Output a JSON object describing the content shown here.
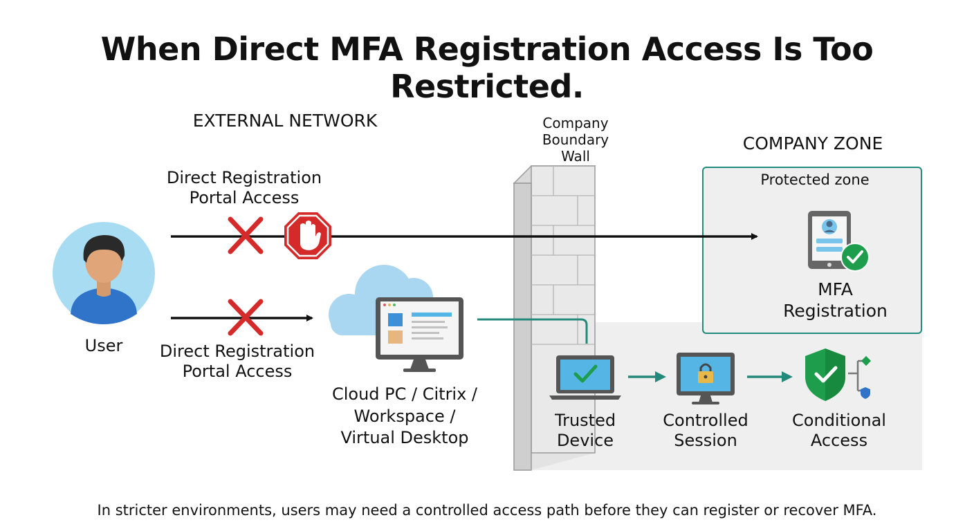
{
  "title": "When Direct MFA Registration Access Is Too Restricted.",
  "zones": {
    "external": "EXTERNAL NETWORK",
    "wall": "Company\nBoundary\nWall",
    "company": "COMPANY ZONE",
    "protected": "Protected zone"
  },
  "user": {
    "label": "User"
  },
  "paths": {
    "top": "Direct Registration\nPortal Access",
    "bottom": "Direct Registration\nPortal Access"
  },
  "virtual": {
    "label": "Cloud PC / Citrix /\nWorkspace /\nVirtual Desktop"
  },
  "mfa": {
    "label": "MFA\nRegistration"
  },
  "steps": [
    "Trusted\nDevice",
    "Controlled\nSession",
    "Conditional\nAccess"
  ],
  "caption": "In stricter environments, users may need a controlled access path before they can register or recover MFA.",
  "colors": {
    "accent": "#23897a",
    "block": "#d42a2a",
    "screen": "#55b6e6",
    "shield": "#1e9e4c",
    "zone": "#efefef"
  }
}
